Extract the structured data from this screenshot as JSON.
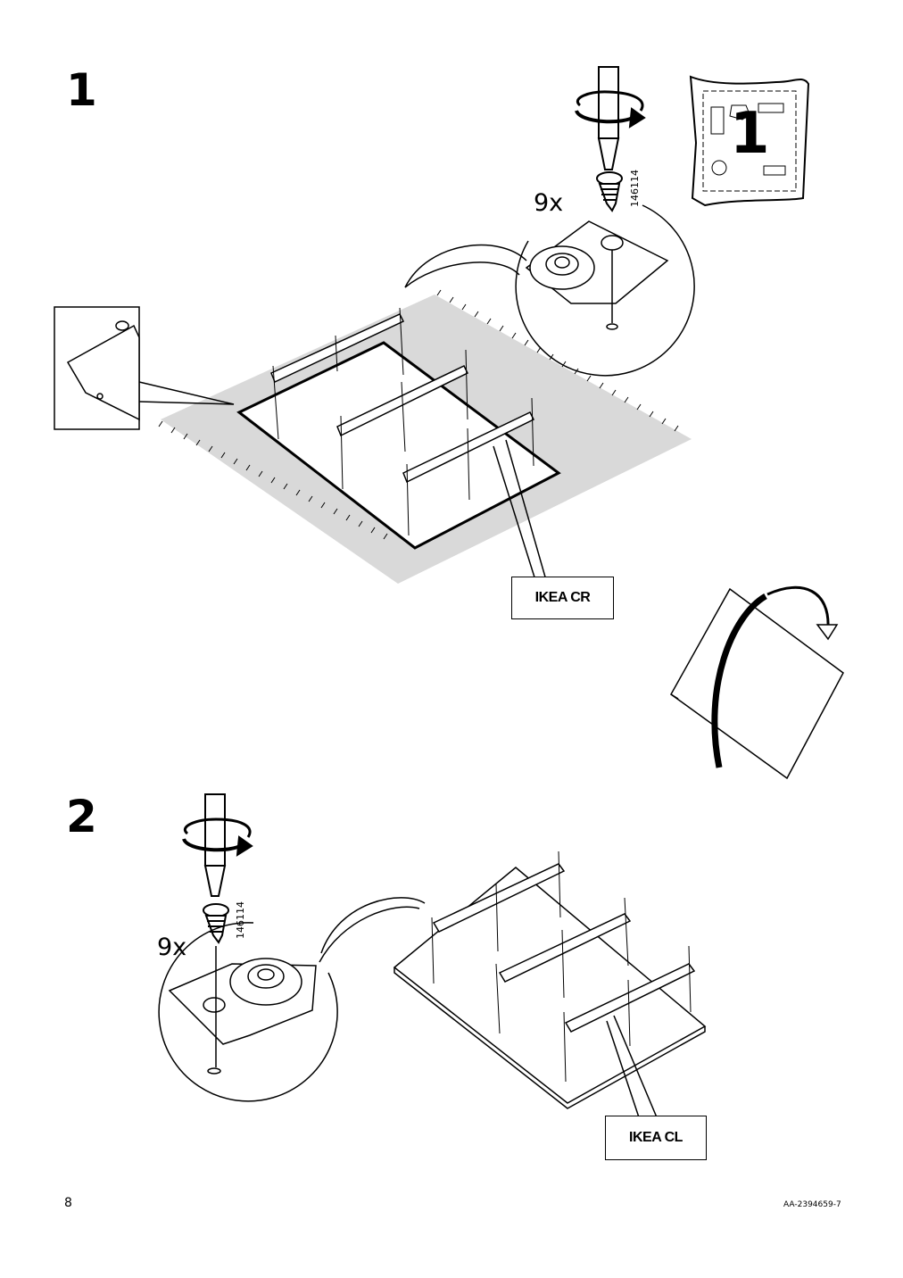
{
  "steps": [
    {
      "number": "1",
      "quantity": "9x",
      "article": "146114",
      "label": "IKEA CR",
      "bag_number": "1"
    },
    {
      "number": "2",
      "quantity": "9x",
      "article": "146114",
      "label": "IKEA CL"
    }
  ],
  "footer": {
    "page_number": "8",
    "doc_code": "AA-2394659-7"
  },
  "icons": [
    "screwdriver-icon",
    "screw-icon",
    "hardware-bag-icon",
    "rotate-arrow-icon",
    "magnifier-callout-icon"
  ]
}
